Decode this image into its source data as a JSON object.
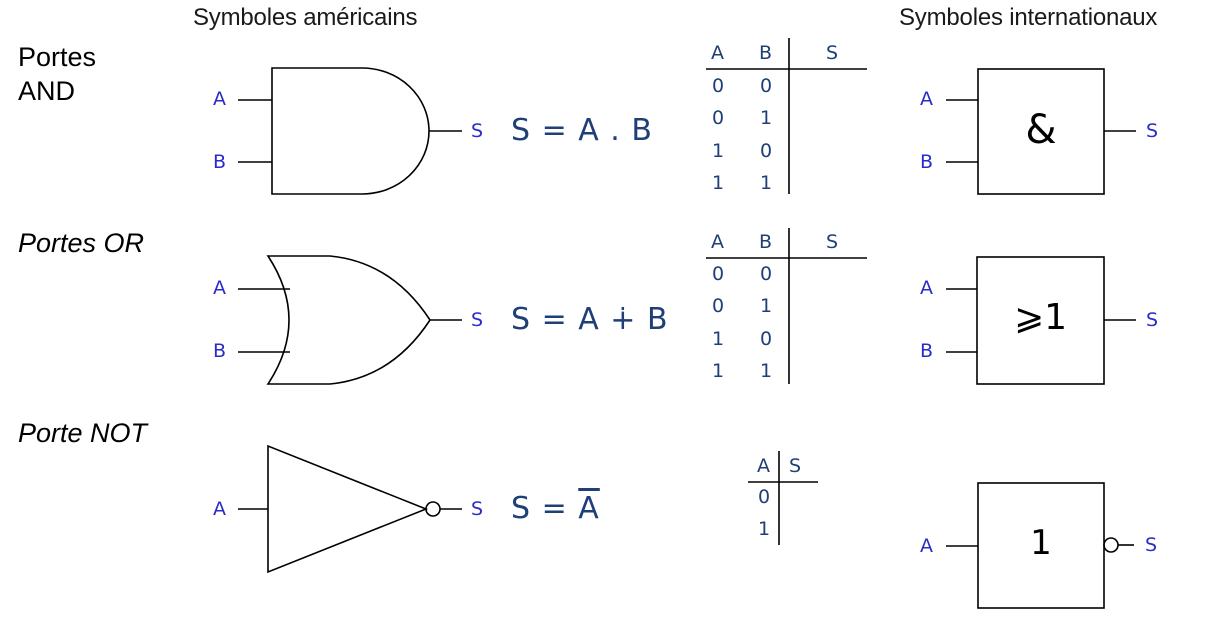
{
  "headers": {
    "american": "Symboles américains",
    "international": "Symboles internationaux"
  },
  "gates": {
    "and": {
      "title_line1": "Portes",
      "title_line2": "AND",
      "in_a": "A",
      "in_b": "B",
      "out": "S",
      "equation": "S = A . B",
      "table": {
        "headers": [
          "A",
          "B",
          "S"
        ],
        "rows": [
          [
            "0",
            "0"
          ],
          [
            "0",
            "1"
          ],
          [
            "1",
            "0"
          ],
          [
            "1",
            "1"
          ]
        ]
      },
      "intl_in_a": "A",
      "intl_in_b": "B",
      "intl_out": "S",
      "intl_symbol": "&"
    },
    "or": {
      "title": "Portes OR",
      "in_a": "A",
      "in_b": "B",
      "out": "S",
      "equation": "S = A ∔ B",
      "table": {
        "headers": [
          "A",
          "B",
          "S"
        ],
        "rows": [
          [
            "0",
            "0"
          ],
          [
            "0",
            "1"
          ],
          [
            "1",
            "0"
          ],
          [
            "1",
            "1"
          ]
        ]
      },
      "intl_in_a": "A",
      "intl_in_b": "B",
      "intl_out": "S",
      "intl_symbol": "⩾1"
    },
    "not": {
      "title": "Porte NOT",
      "in_a": "A",
      "out": "S",
      "equation_prefix": "S = ",
      "equation_var": "A",
      "table": {
        "headers": [
          "A",
          "S"
        ],
        "rows": [
          [
            "0"
          ],
          [
            "1"
          ]
        ]
      },
      "intl_in_a": "A",
      "intl_out": "S",
      "intl_symbol": "1"
    }
  }
}
